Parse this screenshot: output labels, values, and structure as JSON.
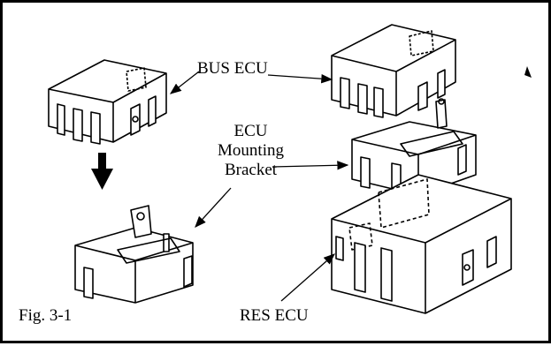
{
  "labels": {
    "bus_ecu": "BUS ECU",
    "ecu_line1": "ECU",
    "ecu_line2": "Mounting",
    "ecu_line3": "Bracket",
    "res_ecu": "RES ECU",
    "figure": "Fig. 3-1"
  },
  "colors": {
    "ink": "#000000",
    "paper": "#ffffff"
  }
}
